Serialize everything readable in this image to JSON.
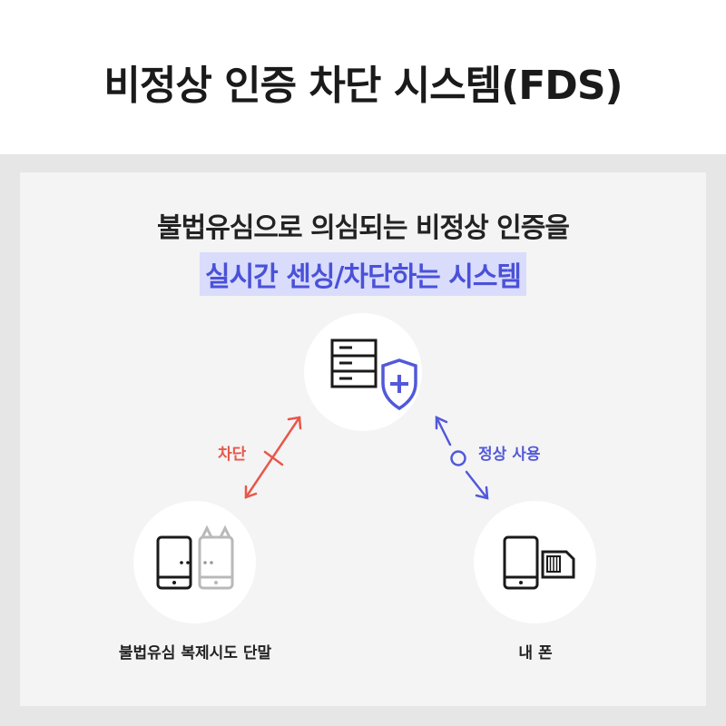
{
  "title": "비정상 인증 차단 시스템(FDS)",
  "headline": "불법유심으로 의심되는 비정상 인증을",
  "highlight": "실시간 센싱/차단하는 시스템",
  "nodes": {
    "server": {
      "icon": "server-shield-icon"
    },
    "illegal": {
      "label": "불법유심 복제시도 단말",
      "icon": "cloned-phones-icon"
    },
    "mine": {
      "label": "내 폰",
      "icon": "phone-sim-icon"
    }
  },
  "edges": {
    "blocked": {
      "label": "차단",
      "color": "#e8574a"
    },
    "normal": {
      "label": "정상 사용",
      "color": "#5259d9"
    }
  }
}
